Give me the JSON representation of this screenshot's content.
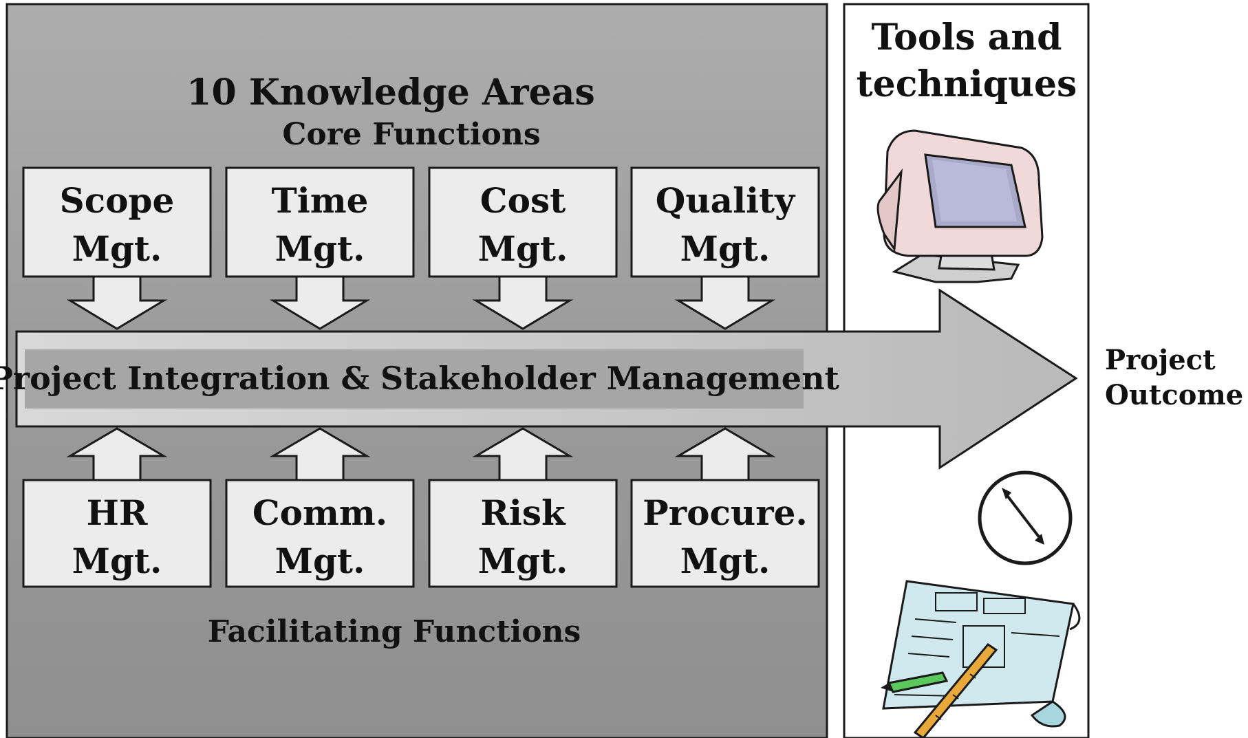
{
  "title": "10 Knowledge Areas",
  "core_label": "Core Functions",
  "facilitating_label": "Facilitating Functions",
  "integration_label": "Project Integration & Stakeholder Management",
  "tools_title": [
    "Tools and",
    "techniques"
  ],
  "outcome": [
    "Project",
    "Outcome"
  ],
  "core_areas": [
    [
      "Scope",
      "Mgt."
    ],
    [
      "Time",
      "Mgt."
    ],
    [
      "Cost",
      "Mgt."
    ],
    [
      "Quality",
      "Mgt."
    ]
  ],
  "facilitating_areas": [
    [
      "HR",
      "Mgt."
    ],
    [
      "Comm.",
      "Mgt."
    ],
    [
      "Risk",
      "Mgt."
    ],
    [
      "Procure.",
      "Mgt."
    ]
  ],
  "icons": [
    "computer-monitor-icon",
    "clock-icon",
    "blueprint-icon"
  ],
  "colors": {
    "panel": "#a3a3a3",
    "box": "#ececec",
    "arrow": "#c2c2c2",
    "band": "#a6a6a6",
    "outline": "#1a1a1a"
  }
}
